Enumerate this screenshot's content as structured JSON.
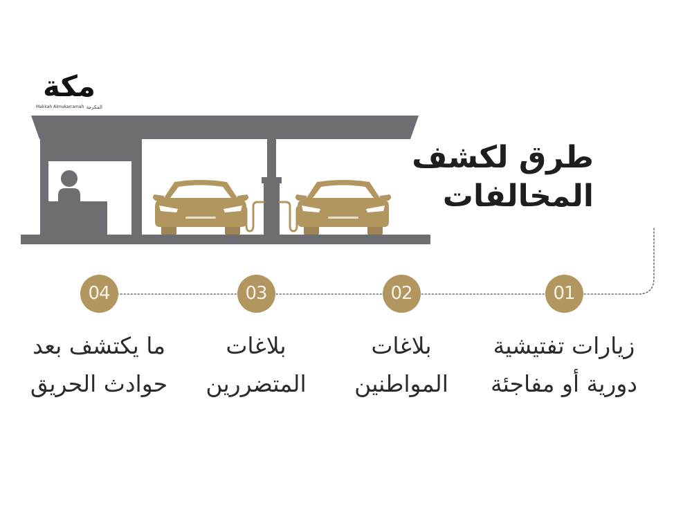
{
  "logo": {
    "name": "مكة",
    "subtitle_en": "Makkah Almukarramah",
    "subtitle_ar": "المكرمة"
  },
  "heading": {
    "count": "4",
    "line1": "طرق لكشف",
    "line2": "المخالفات"
  },
  "steps": [
    {
      "number": "01",
      "line1": "زيارات تفتيشية",
      "line2": "دورية أو مفاجئة"
    },
    {
      "number": "02",
      "line1": "بلاغات",
      "line2": "المواطنين"
    },
    {
      "number": "03",
      "line1": "بلاغات",
      "line2": "المتضررين"
    },
    {
      "number": "04",
      "line1": "ما يكتشف بعد",
      "line2": "حوادث الحريق"
    }
  ],
  "illustration": {
    "icons": [
      "gas-station-canopy-icon",
      "attendant-person-icon",
      "car-icon",
      "fuel-pump-icon"
    ]
  },
  "colors": {
    "gold": "#b1975f",
    "gold_dark": "#9d8452",
    "grey": "#6d6e71",
    "text": "#2b2b2b",
    "numeral": "#f6f1e7"
  }
}
